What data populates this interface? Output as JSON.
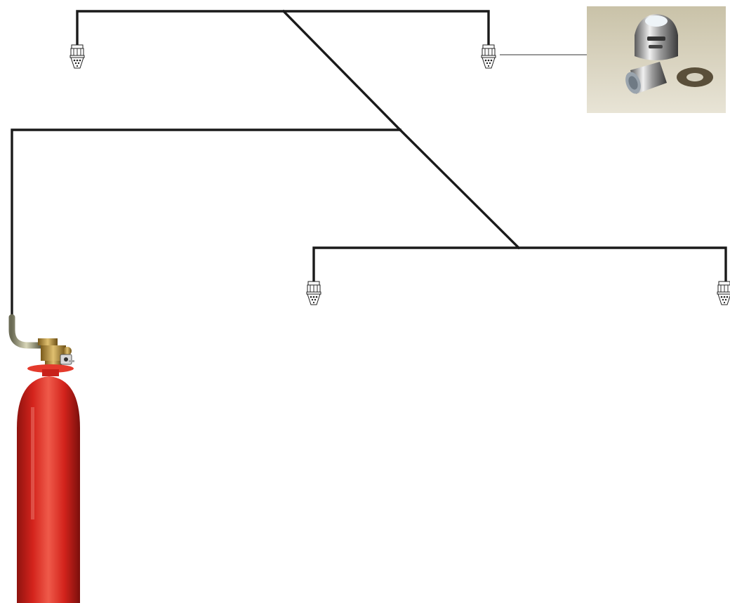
{
  "diagram": {
    "type": "fire-suppression-piping-schematic",
    "pipe_color": "#1a1a1a",
    "background": "#ffffff",
    "components": {
      "cylinder": {
        "icon": "gas-cylinder-icon",
        "body_color": "#d3231c",
        "valve_color": "#b8902e"
      },
      "nozzles": [
        {
          "icon": "discharge-nozzle-icon"
        },
        {
          "icon": "discharge-nozzle-icon"
        },
        {
          "icon": "discharge-nozzle-icon"
        },
        {
          "icon": "discharge-nozzle-icon"
        }
      ],
      "inset_photo": {
        "icon": "nozzle-parts-photo",
        "parts": [
          "nozzle-head",
          "nozzle-body",
          "orifice-washer"
        ]
      }
    }
  }
}
